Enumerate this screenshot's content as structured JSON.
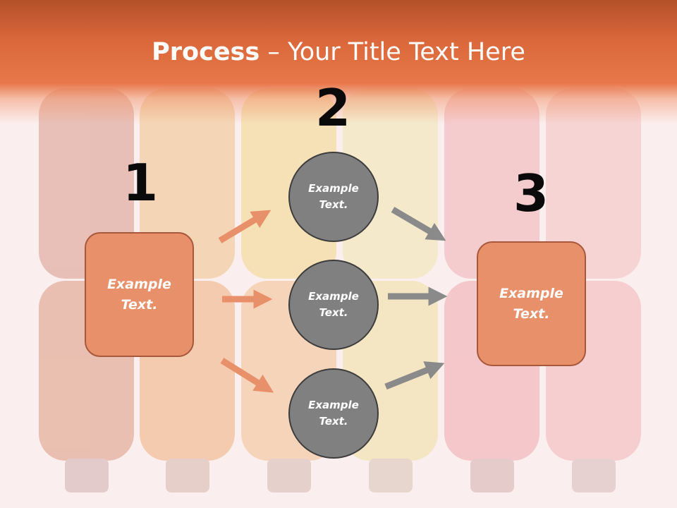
{
  "slide": {
    "title_bold": "Process",
    "title_rest": " – Your Title Text Here"
  },
  "steps": [
    {
      "number": "1",
      "label_line1": "Example",
      "label_line2": "Text."
    },
    {
      "number": "2"
    },
    {
      "number": "3",
      "label_line1": "Example",
      "label_line2": "Text."
    }
  ],
  "circles": [
    {
      "label_line1": "Example",
      "label_line2": "Text."
    },
    {
      "label_line1": "Example",
      "label_line2": "Text."
    },
    {
      "label_line1": "Example",
      "label_line2": "Text."
    }
  ],
  "colors": {
    "header": "#e8774a",
    "box_fill": "#e8906a",
    "box_border": "#a7573a",
    "circle_fill": "#808080",
    "arrow_orange": "#e8906a",
    "arrow_gray": "#8a8a8a"
  }
}
